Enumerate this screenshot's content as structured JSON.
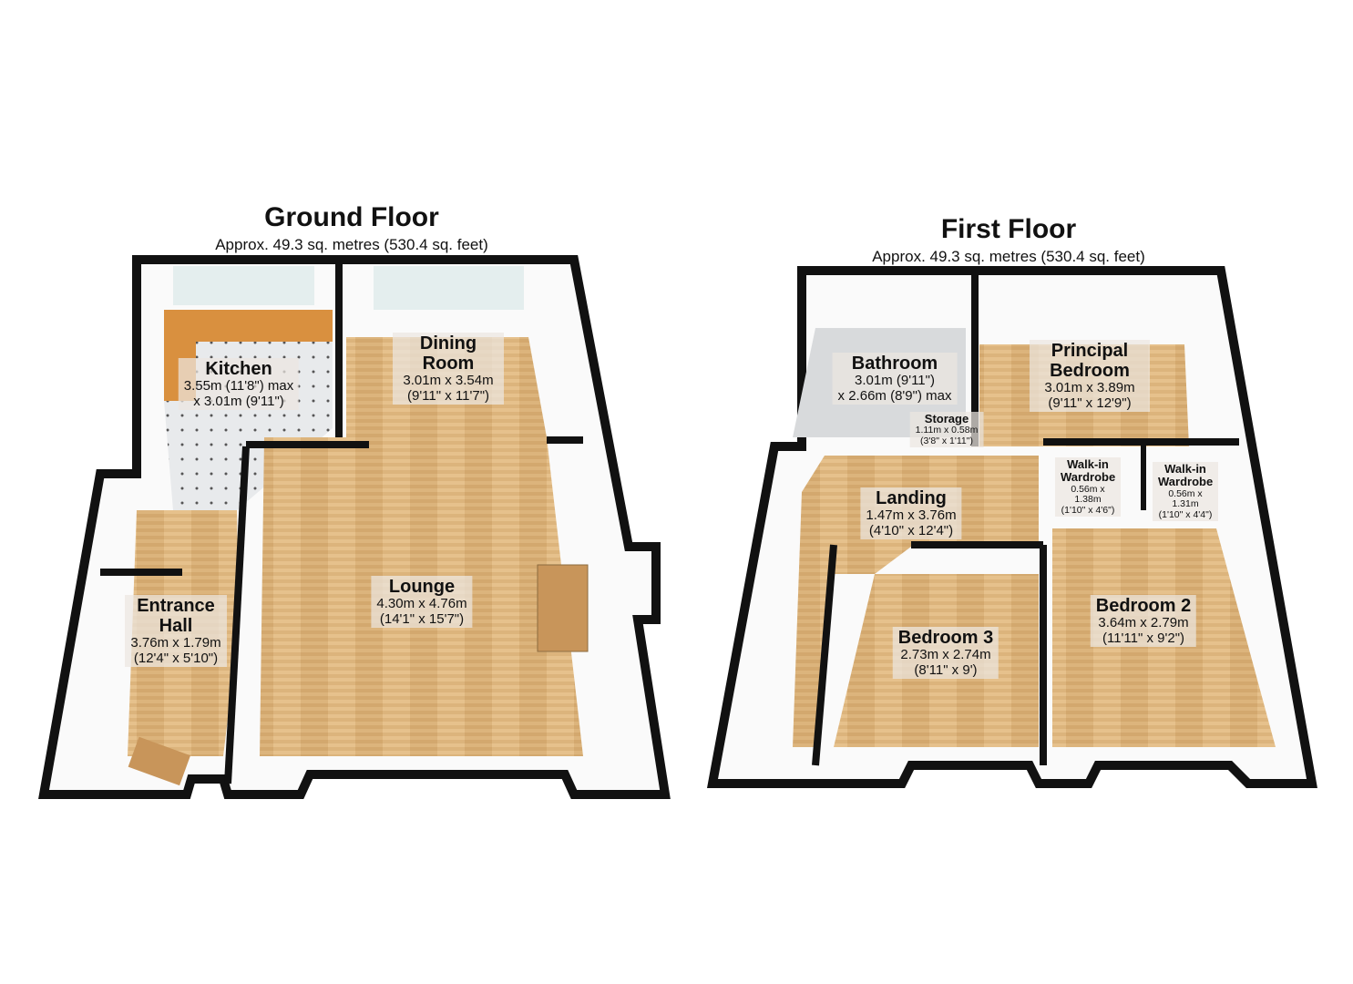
{
  "ground_floor": {
    "title": "Ground Floor",
    "area": "Approx. 49.3 sq. metres (530.4 sq. feet)",
    "rooms": [
      {
        "name": "Kitchen",
        "dims": [
          "3.55m (11'8\") max",
          "x 3.01m (9'11\")"
        ]
      },
      {
        "name": "Dining Room",
        "dims": [
          "3.01m x 3.54m",
          "(9'11\" x 11'7\")"
        ]
      },
      {
        "name": "Lounge",
        "dims": [
          "4.30m x 4.76m",
          "(14'1\" x 15'7\")"
        ]
      },
      {
        "name": "Entrance Hall",
        "dims": [
          "3.76m x 1.79m",
          "(12'4\" x 5'10\")"
        ]
      }
    ]
  },
  "first_floor": {
    "title": "First Floor",
    "area": "Approx. 49.3 sq. metres (530.4 sq. feet)",
    "rooms": [
      {
        "name": "Bathroom",
        "dims": [
          "3.01m (9'11\")",
          "x 2.66m (8'9\") max"
        ]
      },
      {
        "name": "Principal Bedroom",
        "dims": [
          "3.01m x 3.89m",
          "(9'11\" x 12'9\")"
        ]
      },
      {
        "name": "Storage",
        "dims": [
          "1.11m x 0.58m",
          "(3'8\" x 1'11\")"
        ]
      },
      {
        "name": "Walk-in Wardrobe",
        "dims": [
          "0.56m x 1.38m",
          "(1'10\" x 4'6\")"
        ]
      },
      {
        "name": "Walk-in Wardrobe",
        "dims": [
          "0.56m x 1.31m",
          "(1'10\" x 4'4\")"
        ]
      },
      {
        "name": "Landing",
        "dims": [
          "1.47m x 3.76m",
          "(4'10\" x 12'4\")"
        ]
      },
      {
        "name": "Bedroom 3",
        "dims": [
          "2.73m x 2.74m",
          "(8'11\" x 9')"
        ]
      },
      {
        "name": "Bedroom 2",
        "dims": [
          "3.64m x 2.79m",
          "(11'11\" x 9'2\")"
        ]
      }
    ]
  },
  "colors": {
    "wall": "#111111",
    "wood": "#d9b27a",
    "tile": "#d8dadc",
    "counter": "#d9903f"
  }
}
